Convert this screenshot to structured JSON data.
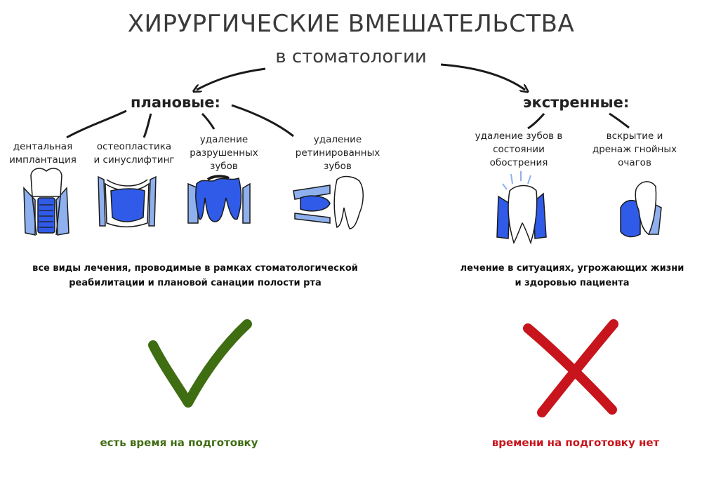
{
  "header": {
    "title": "ХИРУРГИЧЕСКИЕ ВМЕШАТЕЛЬСТВА",
    "subtitle": "в стоматологии"
  },
  "planned": {
    "label": "плановые:",
    "items": [
      "дентальная\nимплантация",
      "остеопластика\nи синуслифтинг",
      "удаление\nразрушенных\nзубов",
      "удаление\nретинированных\nзубов"
    ],
    "description": "все виды лечения, проводимые в рамках стоматологической реабилитации и плановой санации полости рта",
    "verdict": "есть время на подготовку",
    "verdict_icon": "checkmark-icon",
    "verdict_color": "#3f6d12"
  },
  "emergency": {
    "label": "экстренные:",
    "items": [
      "удаление зубов в\nсостоянии\nобострения",
      "вскрытие и\nдренаж гнойных\nочагов"
    ],
    "description": "лечение в ситуациях, угрожающих жизни и здоровью пациента",
    "verdict": "времени на подготовку нет",
    "verdict_icon": "cross-icon",
    "verdict_color": "#c8141c"
  },
  "colors": {
    "blue": "#2f5be8",
    "light_blue": "#8fb0ee",
    "ink": "#1a1a1a"
  }
}
